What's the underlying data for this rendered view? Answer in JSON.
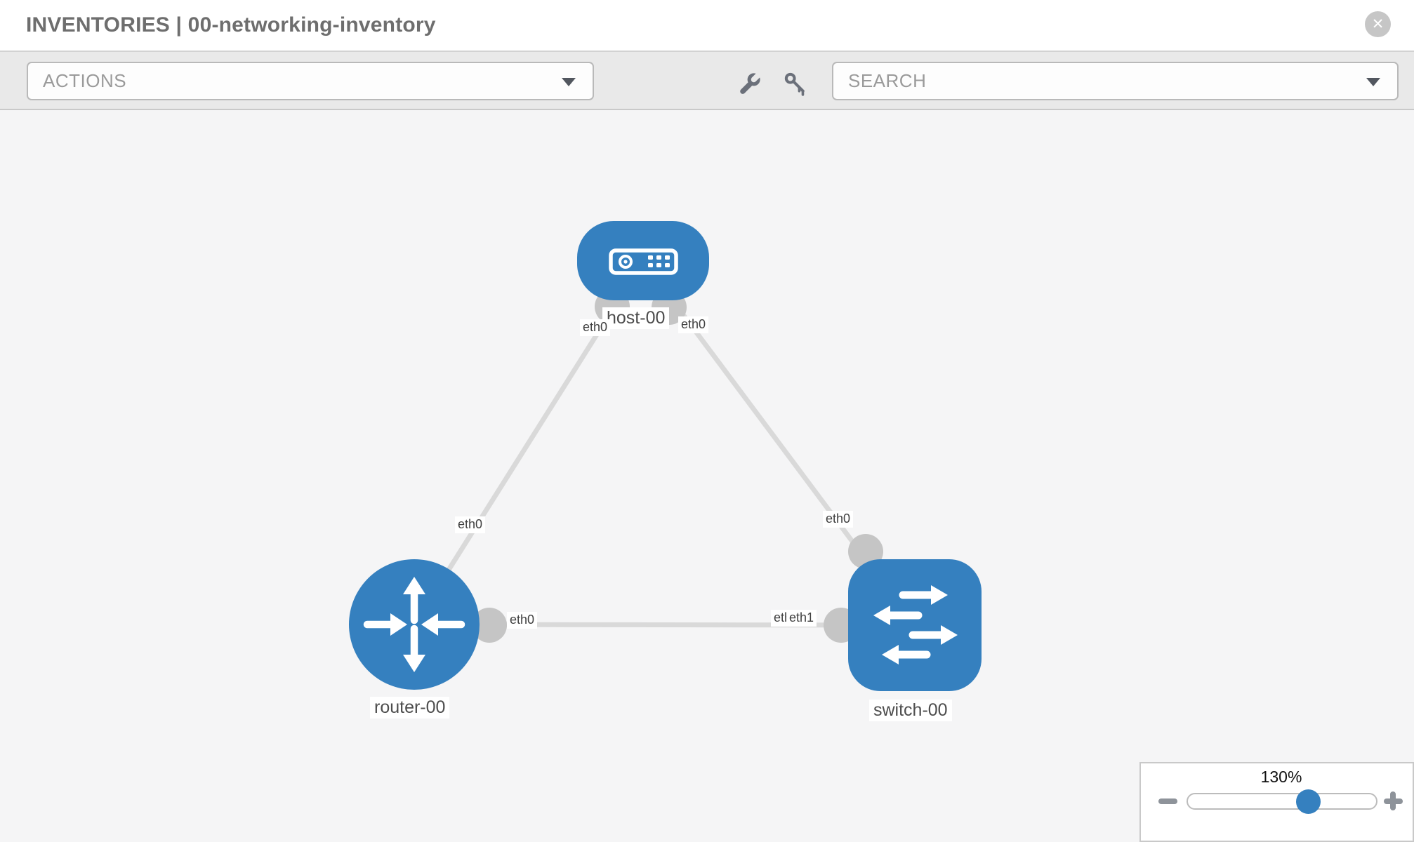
{
  "header": {
    "title": "INVENTORIES | 00-networking-inventory",
    "close_glyph": "✕"
  },
  "toolbar": {
    "actions_label": "ACTIONS",
    "search_placeholder": "SEARCH",
    "icons": [
      "wrench-icon",
      "key-icon"
    ]
  },
  "topology": {
    "nodes": [
      {
        "id": "host-00",
        "type": "host",
        "label": "host-00"
      },
      {
        "id": "router-00",
        "type": "router",
        "label": "router-00"
      },
      {
        "id": "switch-00",
        "type": "switch",
        "label": "switch-00"
      }
    ],
    "links": [
      {
        "from": "host-00",
        "to": "router-00",
        "from_interface": "eth0",
        "to_interface": "eth0"
      },
      {
        "from": "host-00",
        "to": "switch-00",
        "from_interface": "eth0",
        "to_interface": "eth0"
      },
      {
        "from": "router-00",
        "to": "switch-00",
        "from_interface": "eth0",
        "to_interface": "eth1"
      }
    ],
    "port_labels": {
      "host_left": "eth0",
      "host_right": "eth0",
      "link_host_router_mid": "eth0",
      "link_host_switch_mid": "eth0",
      "router_port": "eth0",
      "switch_port_under": "eth0",
      "switch_port_over": "eth1"
    }
  },
  "zoom_control": {
    "level": "130%"
  },
  "colors": {
    "node_blue": "#3580bf",
    "link_gray": "#d9d9d9",
    "port_dot_gray": "#c5c5c5",
    "toolbar_bg": "#e9e9e9",
    "canvas_bg": "#f5f5f6",
    "icon_gray": "#6b707a"
  }
}
